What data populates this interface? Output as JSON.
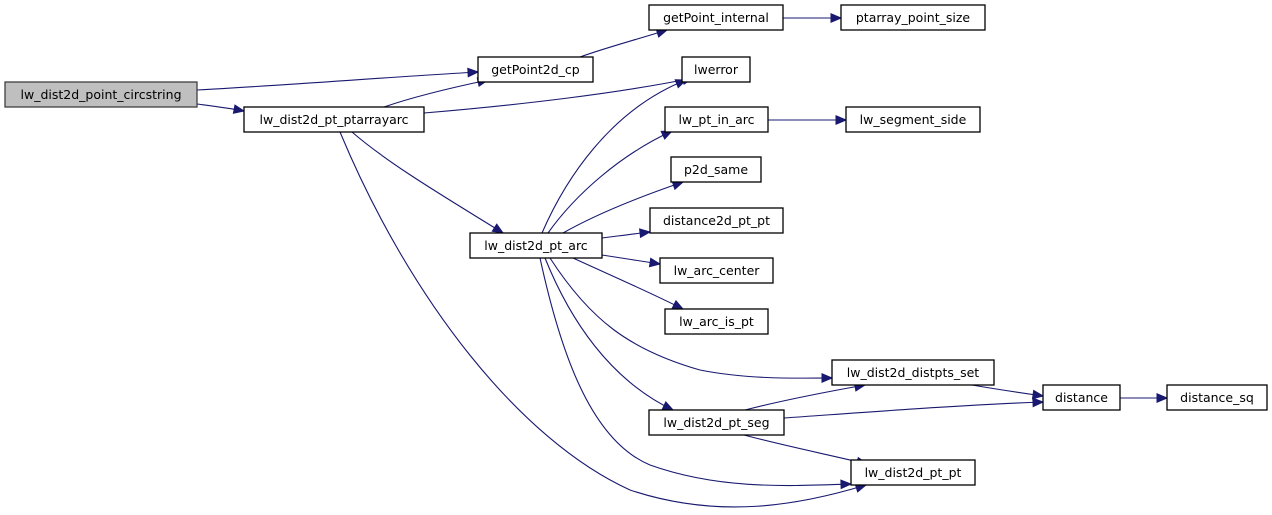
{
  "diagram": {
    "type": "call-graph",
    "root": "lw_dist2d_point_circstring",
    "colors": {
      "edge": "#191970",
      "root_fill": "#bfbfbf",
      "node_fill": "#ffffff",
      "border": "#000000"
    },
    "nodes": [
      {
        "id": "lw_dist2d_point_circstring",
        "label": "lw_dist2d_point_circstring",
        "is_root": true
      },
      {
        "id": "lw_dist2d_pt_ptarrayarc",
        "label": "lw_dist2d_pt_ptarrayarc"
      },
      {
        "id": "getPoint2d_cp",
        "label": "getPoint2d_cp"
      },
      {
        "id": "getPoint_internal",
        "label": "getPoint_internal"
      },
      {
        "id": "ptarray_point_size",
        "label": "ptarray_point_size"
      },
      {
        "id": "lwerror",
        "label": "lwerror"
      },
      {
        "id": "lw_pt_in_arc",
        "label": "lw_pt_in_arc"
      },
      {
        "id": "lw_segment_side",
        "label": "lw_segment_side"
      },
      {
        "id": "p2d_same",
        "label": "p2d_same"
      },
      {
        "id": "distance2d_pt_pt",
        "label": "distance2d_pt_pt"
      },
      {
        "id": "lw_dist2d_pt_arc",
        "label": "lw_dist2d_pt_arc"
      },
      {
        "id": "lw_arc_center",
        "label": "lw_arc_center"
      },
      {
        "id": "lw_arc_is_pt",
        "label": "lw_arc_is_pt"
      },
      {
        "id": "lw_dist2d_distpts_set",
        "label": "lw_dist2d_distpts_set"
      },
      {
        "id": "distance",
        "label": "distance"
      },
      {
        "id": "distance_sq",
        "label": "distance_sq"
      },
      {
        "id": "lw_dist2d_pt_seg",
        "label": "lw_dist2d_pt_seg"
      },
      {
        "id": "lw_dist2d_pt_pt",
        "label": "lw_dist2d_pt_pt"
      }
    ],
    "edges": [
      {
        "from": "lw_dist2d_point_circstring",
        "to": "getPoint2d_cp"
      },
      {
        "from": "lw_dist2d_point_circstring",
        "to": "lw_dist2d_pt_ptarrayarc"
      },
      {
        "from": "getPoint2d_cp",
        "to": "getPoint_internal"
      },
      {
        "from": "getPoint_internal",
        "to": "ptarray_point_size"
      },
      {
        "from": "lw_dist2d_pt_ptarrayarc",
        "to": "getPoint2d_cp"
      },
      {
        "from": "lw_dist2d_pt_ptarrayarc",
        "to": "lwerror"
      },
      {
        "from": "lw_dist2d_pt_ptarrayarc",
        "to": "lw_dist2d_pt_arc"
      },
      {
        "from": "lw_dist2d_pt_ptarrayarc",
        "to": "lw_dist2d_pt_pt"
      },
      {
        "from": "lw_dist2d_pt_arc",
        "to": "lwerror"
      },
      {
        "from": "lw_dist2d_pt_arc",
        "to": "lw_pt_in_arc"
      },
      {
        "from": "lw_dist2d_pt_arc",
        "to": "p2d_same"
      },
      {
        "from": "lw_dist2d_pt_arc",
        "to": "distance2d_pt_pt"
      },
      {
        "from": "lw_dist2d_pt_arc",
        "to": "lw_arc_center"
      },
      {
        "from": "lw_dist2d_pt_arc",
        "to": "lw_arc_is_pt"
      },
      {
        "from": "lw_dist2d_pt_arc",
        "to": "lw_dist2d_distpts_set"
      },
      {
        "from": "lw_dist2d_pt_arc",
        "to": "lw_dist2d_pt_seg"
      },
      {
        "from": "lw_dist2d_pt_arc",
        "to": "lw_dist2d_pt_pt"
      },
      {
        "from": "lw_pt_in_arc",
        "to": "lw_segment_side"
      },
      {
        "from": "lw_dist2d_distpts_set",
        "to": "distance"
      },
      {
        "from": "lw_dist2d_pt_seg",
        "to": "lw_dist2d_distpts_set"
      },
      {
        "from": "lw_dist2d_pt_seg",
        "to": "distance"
      },
      {
        "from": "lw_dist2d_pt_seg",
        "to": "lw_dist2d_pt_pt"
      },
      {
        "from": "distance",
        "to": "distance_sq"
      }
    ]
  }
}
